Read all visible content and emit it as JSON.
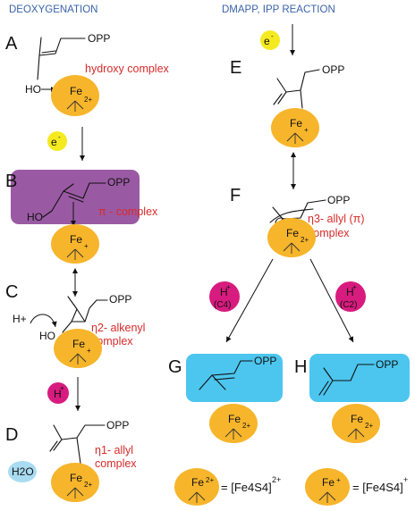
{
  "headers": {
    "left": "DEOXYGENATION",
    "right": "DMAPP, IPP REACTION"
  },
  "steps": {
    "A": {
      "label": "A",
      "group": "OPP",
      "oh": "HO",
      "name": "hydroxy complex",
      "fe": "Fe",
      "charge": "2+"
    },
    "B": {
      "label": "B",
      "group": "OPP",
      "oh": "HO",
      "name": "π - complex",
      "fe": "Fe",
      "charge": "+"
    },
    "C": {
      "label": "C",
      "group": "OPP",
      "oh": "HO",
      "h": "H+",
      "name1": "η2- alkenyl",
      "name2": "complex",
      "fe": "Fe",
      "charge": "+"
    },
    "D": {
      "label": "D",
      "group": "OPP",
      "name1": "η1- allyl",
      "name2": "complex",
      "fe": "Fe",
      "charge": "2+",
      "water": "H2O"
    },
    "E": {
      "label": "E",
      "group": "OPP",
      "fe": "Fe",
      "charge": "+"
    },
    "F": {
      "label": "F",
      "group": "OPP",
      "name1": "η3- allyl (π)",
      "name2": "complex",
      "fe": "Fe",
      "charge": "2+",
      "minus": "−"
    },
    "G": {
      "label": "G",
      "group": "OPP",
      "fe": "Fe",
      "charge": "2+"
    },
    "H": {
      "label": "H",
      "group": "OPP",
      "fe": "Fe",
      "charge": "2+"
    }
  },
  "reagents": {
    "electron": "e",
    "electron_sign": "-",
    "proton": "H",
    "proton_sign": "+",
    "c4": "(C4)",
    "c2": "(C2)"
  },
  "legend": {
    "fe1": "Fe",
    "fe1_charge": "2+",
    "eq1": "= [Fe4S4]",
    "eq1_charge": "2+",
    "fe2": "Fe",
    "fe2_charge": "+",
    "eq2": "= [Fe4S4]",
    "eq2_charge": "+"
  },
  "colors": {
    "cluster": "#f7b52b",
    "electron": "#f5ea1f",
    "proton": "#d81b7e",
    "water": "#a9dcf2",
    "pi_box": "#9a5aa3",
    "product_box": "#4cc6ef",
    "red_text": "#d82a2a",
    "header_text": "#3a63a8"
  }
}
